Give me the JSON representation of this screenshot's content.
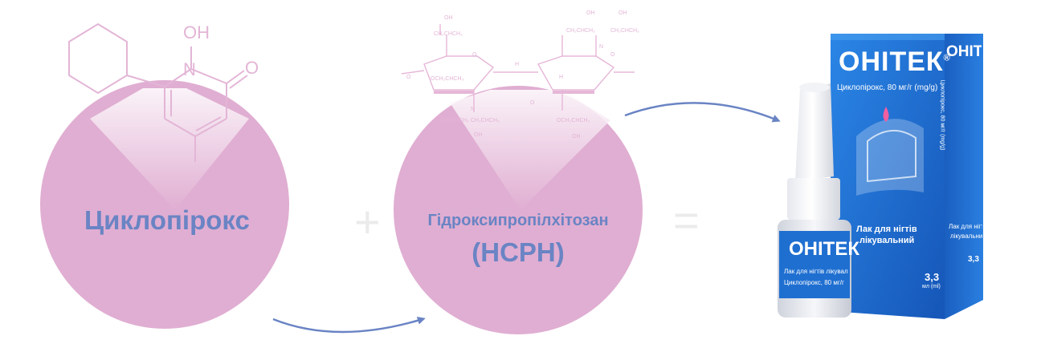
{
  "colors": {
    "circle_pink": "#e0aed2",
    "structure_pink": "#e6b7d8",
    "label_blue": "#6a84c4",
    "arrow_blue": "#6a84c4",
    "box_blue": "#1f6fd1",
    "box_dark": "#0f4fae",
    "symbol_grey": "#ebebeb"
  },
  "left_circle": {
    "label": "Циклопірокс"
  },
  "middle_circle": {
    "label_line1": "Гідроксипропілхітозан",
    "label_line2": "(HCPH)"
  },
  "ciclopirox_structure": {
    "hydroxyl": "OH",
    "nitrogen": "N",
    "oxygen": "O"
  },
  "hcph_structure": {
    "oh": "OH",
    "chain": "CH₂CHCH₃",
    "och_chain": "OCH₂CHCH₃",
    "n": "N",
    "o": "O",
    "h": "H",
    "chain_pair": "CH₂CHCH₃   CH₂CHCH₃"
  },
  "operators": {
    "plus": "+",
    "equals": "="
  },
  "product_box": {
    "brand": "ОНІТЕК",
    "registered": "®",
    "subtitle": "Циклопірокс, 80 мг/г (mg/g)",
    "desc_line1": "Лак для нігтів",
    "desc_line2": "лікувальний",
    "volume": "3,3",
    "volume_unit": "мл (ml)",
    "side_brand": "ОНІТЕК",
    "side_subtitle": "Циклопірокс, 80 мг/г (mg/g)",
    "side_desc_line1": "Лак для нігтів",
    "side_desc_line2": "лікувальний",
    "side_volume": "3,3"
  },
  "bottle": {
    "brand": "ОНІТЕК",
    "line1": "Лак для нігтів лікувальний",
    "line2": "Циклопірокс, 80 мг/г"
  }
}
